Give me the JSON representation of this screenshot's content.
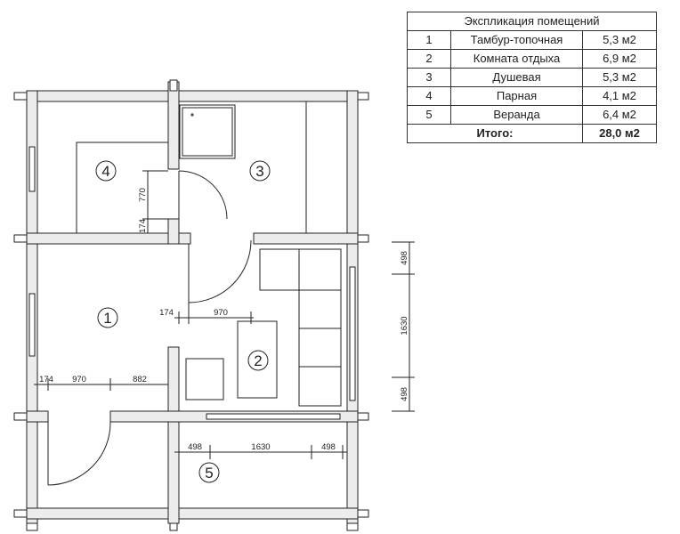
{
  "explication": {
    "title": "Экспликация помещений",
    "rooms": [
      {
        "num": "1",
        "name": "Тамбур-топочная",
        "area": "5,3 м2"
      },
      {
        "num": "2",
        "name": "Комната отдыха",
        "area": "6,9 м2"
      },
      {
        "num": "3",
        "name": "Душевая",
        "area": "5,3 м2"
      },
      {
        "num": "4",
        "name": "Парная",
        "area": "4,1 м2"
      },
      {
        "num": "5",
        "name": "Веранда",
        "area": "6,4 м2"
      }
    ],
    "total_label": "Итого:",
    "total_area": "28,0 м2"
  },
  "plan": {
    "room_labels": {
      "r1": "1",
      "r2": "2",
      "r3": "3",
      "r4": "4",
      "r5": "5"
    },
    "dimensions": {
      "d_174_a": "174",
      "d_770": "770",
      "d_174_b": "174",
      "d_970_a": "970",
      "d_174_c": "174",
      "d_970_b": "970",
      "d_882": "882",
      "d_498_a": "498",
      "d_1630_a": "1630",
      "d_498_b": "498",
      "d_498_c": "498",
      "d_1630_b": "1630",
      "d_498_d": "498"
    }
  }
}
